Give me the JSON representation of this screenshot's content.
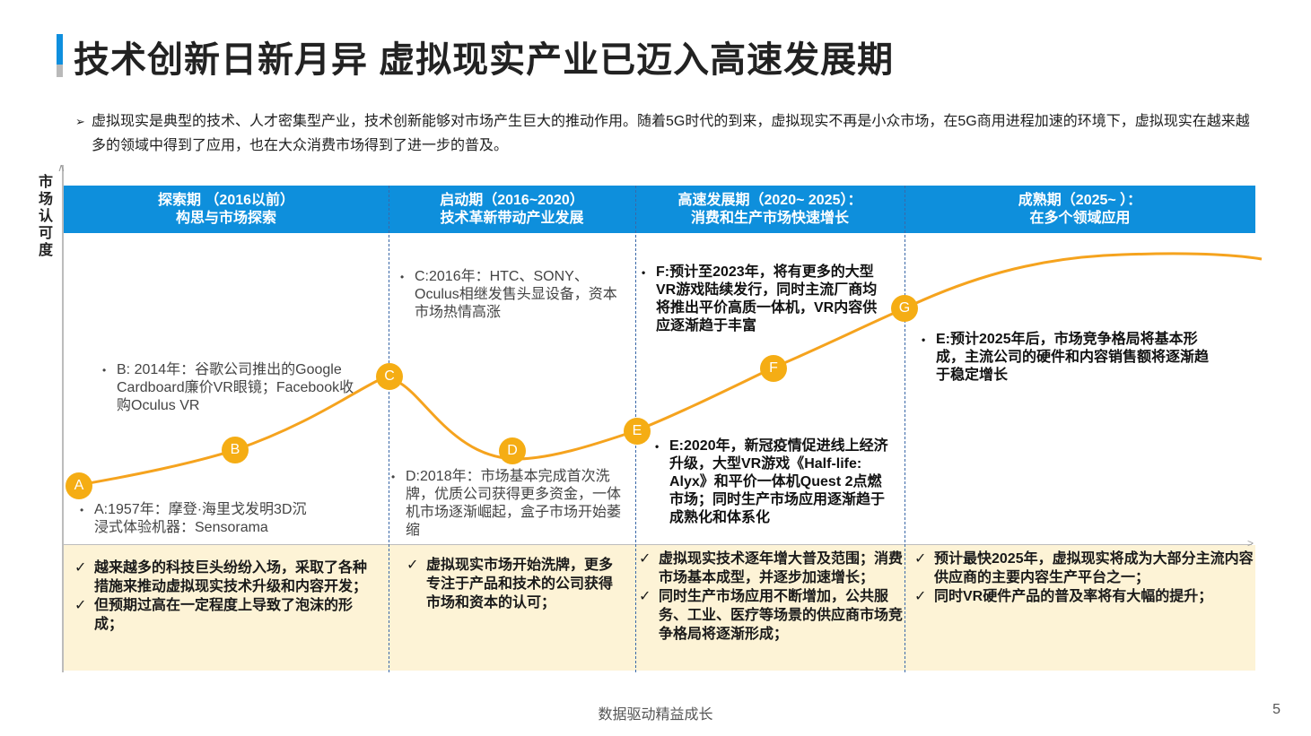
{
  "title": "技术创新日新月异  虚拟现实产业已迈入高速发展期",
  "intro": "虚拟现实是典型的技术、人才密集型产业，技术创新能够对市场产生巨大的推动作用。随着5G时代的到来，虚拟现实不再是小众市场，在5G商用进程加速的环境下，虚拟现实在越来越多的领域中得到了应用，也在大众消费市场得到了进一步的普及。",
  "y_label": "市场认可度",
  "phases": [
    {
      "line1": "探索期 （2016以前）",
      "line2": "构思与市场探索"
    },
    {
      "line1": "启动期（2016~2020）",
      "line2": "技术革新带动产业发展"
    },
    {
      "line1": "高速发展期（2020~ 2025）：",
      "line2": "消费和生产市场快速增长"
    },
    {
      "line1": "成熟期（2025~    ）：",
      "line2": "在多个领域应用"
    }
  ],
  "markers": [
    "A",
    "B",
    "C",
    "D",
    "E",
    "F",
    "G"
  ],
  "notes": {
    "a": "A:1957年：摩登·海里戈发明3D沉浸式体验机器：Sensorama",
    "b": "B: 2014年：谷歌公司推出的Google Cardboard廉价VR眼镜；Facebook收购Oculus VR",
    "c": "C:2016年：HTC、SONY、Oculus相继发售头显设备，资本市场热情高涨",
    "d": "D:2018年：市场基本完成首次洗牌，优质公司获得更多资金，一体机市场逐渐崛起，盒子市场开始萎缩",
    "f": "F:预计至2023年，将有更多的大型VR游戏陆续发行，同时主流厂商均将推出平价高质一体机，VR内容供应逐渐趋于丰富",
    "e1": "E:2020年，新冠疫情促进线上经济升级，大型VR游戏《Half-life: Alyx》和平价一体机Quest 2点燃市场；同时生产市场应用逐渐趋于成熟化和体系化",
    "e2": "E:预计2025年后，市场竞争格局将基本形成，主流公司的硬件和内容销售额将逐渐趋于稳定增长"
  },
  "bullet": "•",
  "check": "✓",
  "bottom": [
    [
      "越来越多的科技巨头纷纷入场，采取了各种措施来推动虚拟现实技术升级和内容开发；",
      "但预期过高在一定程度上导致了泡沫的形成；"
    ],
    [
      "虚拟现实市场开始洗牌，更多专注于产品和技术的公司获得市场和资本的认可；"
    ],
    [
      "虚拟现实技术逐年增大普及范围；消费市场基本成型，并逐步加速增长；",
      "同时生产市场应用不断增加，公共服务、工业、医疗等场景的供应商市场竞争格局将逐渐形成；"
    ],
    [
      "预计最快2025年，虚拟现实将成为大部分主流内容供应商的主要内容生产平台之一；",
      "同时VR硬件产品的普及率将有大幅的提升；"
    ]
  ],
  "footer": "数据驱动精益成长",
  "page_number": "5",
  "colors": {
    "accent": "#0e8fdc",
    "curve": "#f5a31e",
    "bottom_bg": "#fdf3d6"
  }
}
